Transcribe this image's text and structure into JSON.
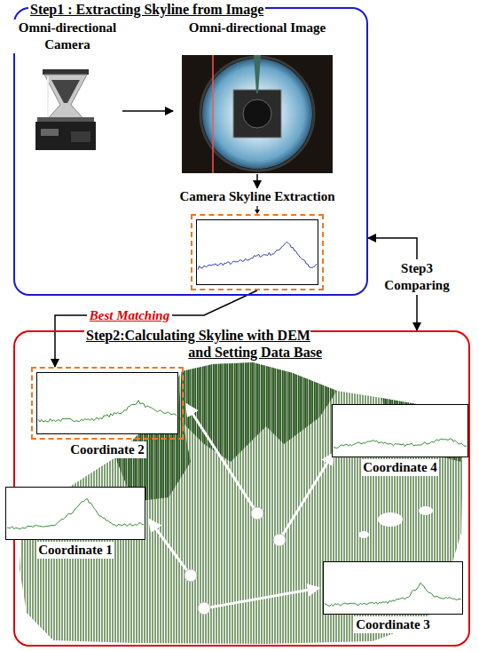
{
  "diagram": {
    "nodes": [
      {
        "text": [
          "Step1 : Extracting Skyline from Image"
        ]
      },
      {
        "text": [
          "Omni-directional Camera"
        ],
        "in": 0
      },
      {
        "text": [
          "Omni-directional Image"
        ],
        "in": 0
      },
      {
        "text": [
          "Camera Skyline Extraction"
        ],
        "in": 0
      },
      {
        "text": [
          "Step2:Calculating Skyline with DEM and Setting Data Base"
        ]
      },
      {
        "text": [
          "Coordinate 2"
        ],
        "in": 4
      },
      {
        "text": [
          "Coordinate 4"
        ],
        "in": 4
      },
      {
        "text": [
          "Coordinate 1"
        ],
        "in": 4
      },
      {
        "text": [
          "Coordinate 3"
        ],
        "in": 4
      }
    ],
    "edges": [
      {
        "from": 1,
        "to": 2,
        "arrow": "to"
      },
      {
        "from": 2,
        "to": 3,
        "arrow": "to"
      },
      {
        "from": 3,
        "to": 5,
        "label": "Best Matching",
        "arrow": "to"
      },
      {
        "from": 4,
        "to": 0,
        "label": "Step3 Comparing",
        "arrow": "both"
      }
    ]
  }
}
